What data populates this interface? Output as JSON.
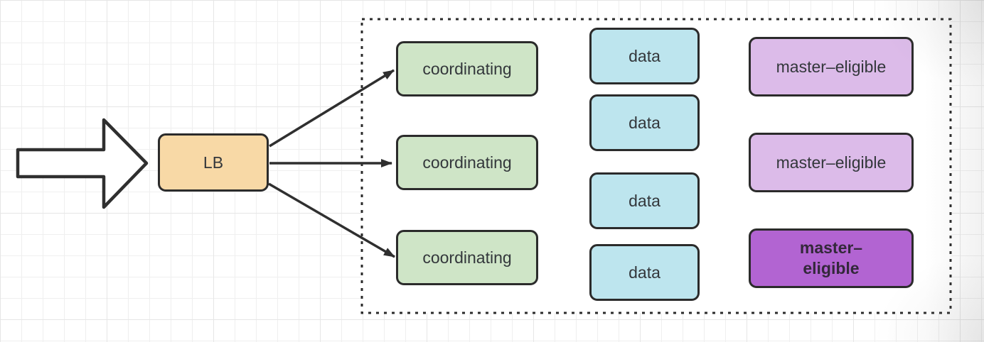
{
  "diagram": {
    "load_balancer": {
      "label": "LB"
    },
    "cluster": {
      "coordinating_nodes": [
        {
          "label": "coordinating"
        },
        {
          "label": "coordinating"
        },
        {
          "label": "coordinating"
        }
      ],
      "data_nodes": [
        {
          "label": "data"
        },
        {
          "label": "data"
        },
        {
          "label": "data"
        },
        {
          "label": "data"
        }
      ],
      "master_eligible_nodes": [
        {
          "label": "master–eligible",
          "emphasized": false
        },
        {
          "label": "master–eligible",
          "emphasized": false
        },
        {
          "label_line1": "master–",
          "label_line2": "eligible",
          "emphasized": true
        }
      ]
    },
    "colors": {
      "load_balancer_fill": "#f8d9a6",
      "coordinating_fill": "#cfe5c7",
      "data_fill": "#bde5ee",
      "master_eligible_fill": "#dcbbe9",
      "master_eligible_emphasized_fill": "#b264d2",
      "node_border": "#2b2b2b",
      "connector_color": "#2f2f2f",
      "cluster_border": "#2b2b2b",
      "grid_line": "#e6e6e6"
    }
  }
}
